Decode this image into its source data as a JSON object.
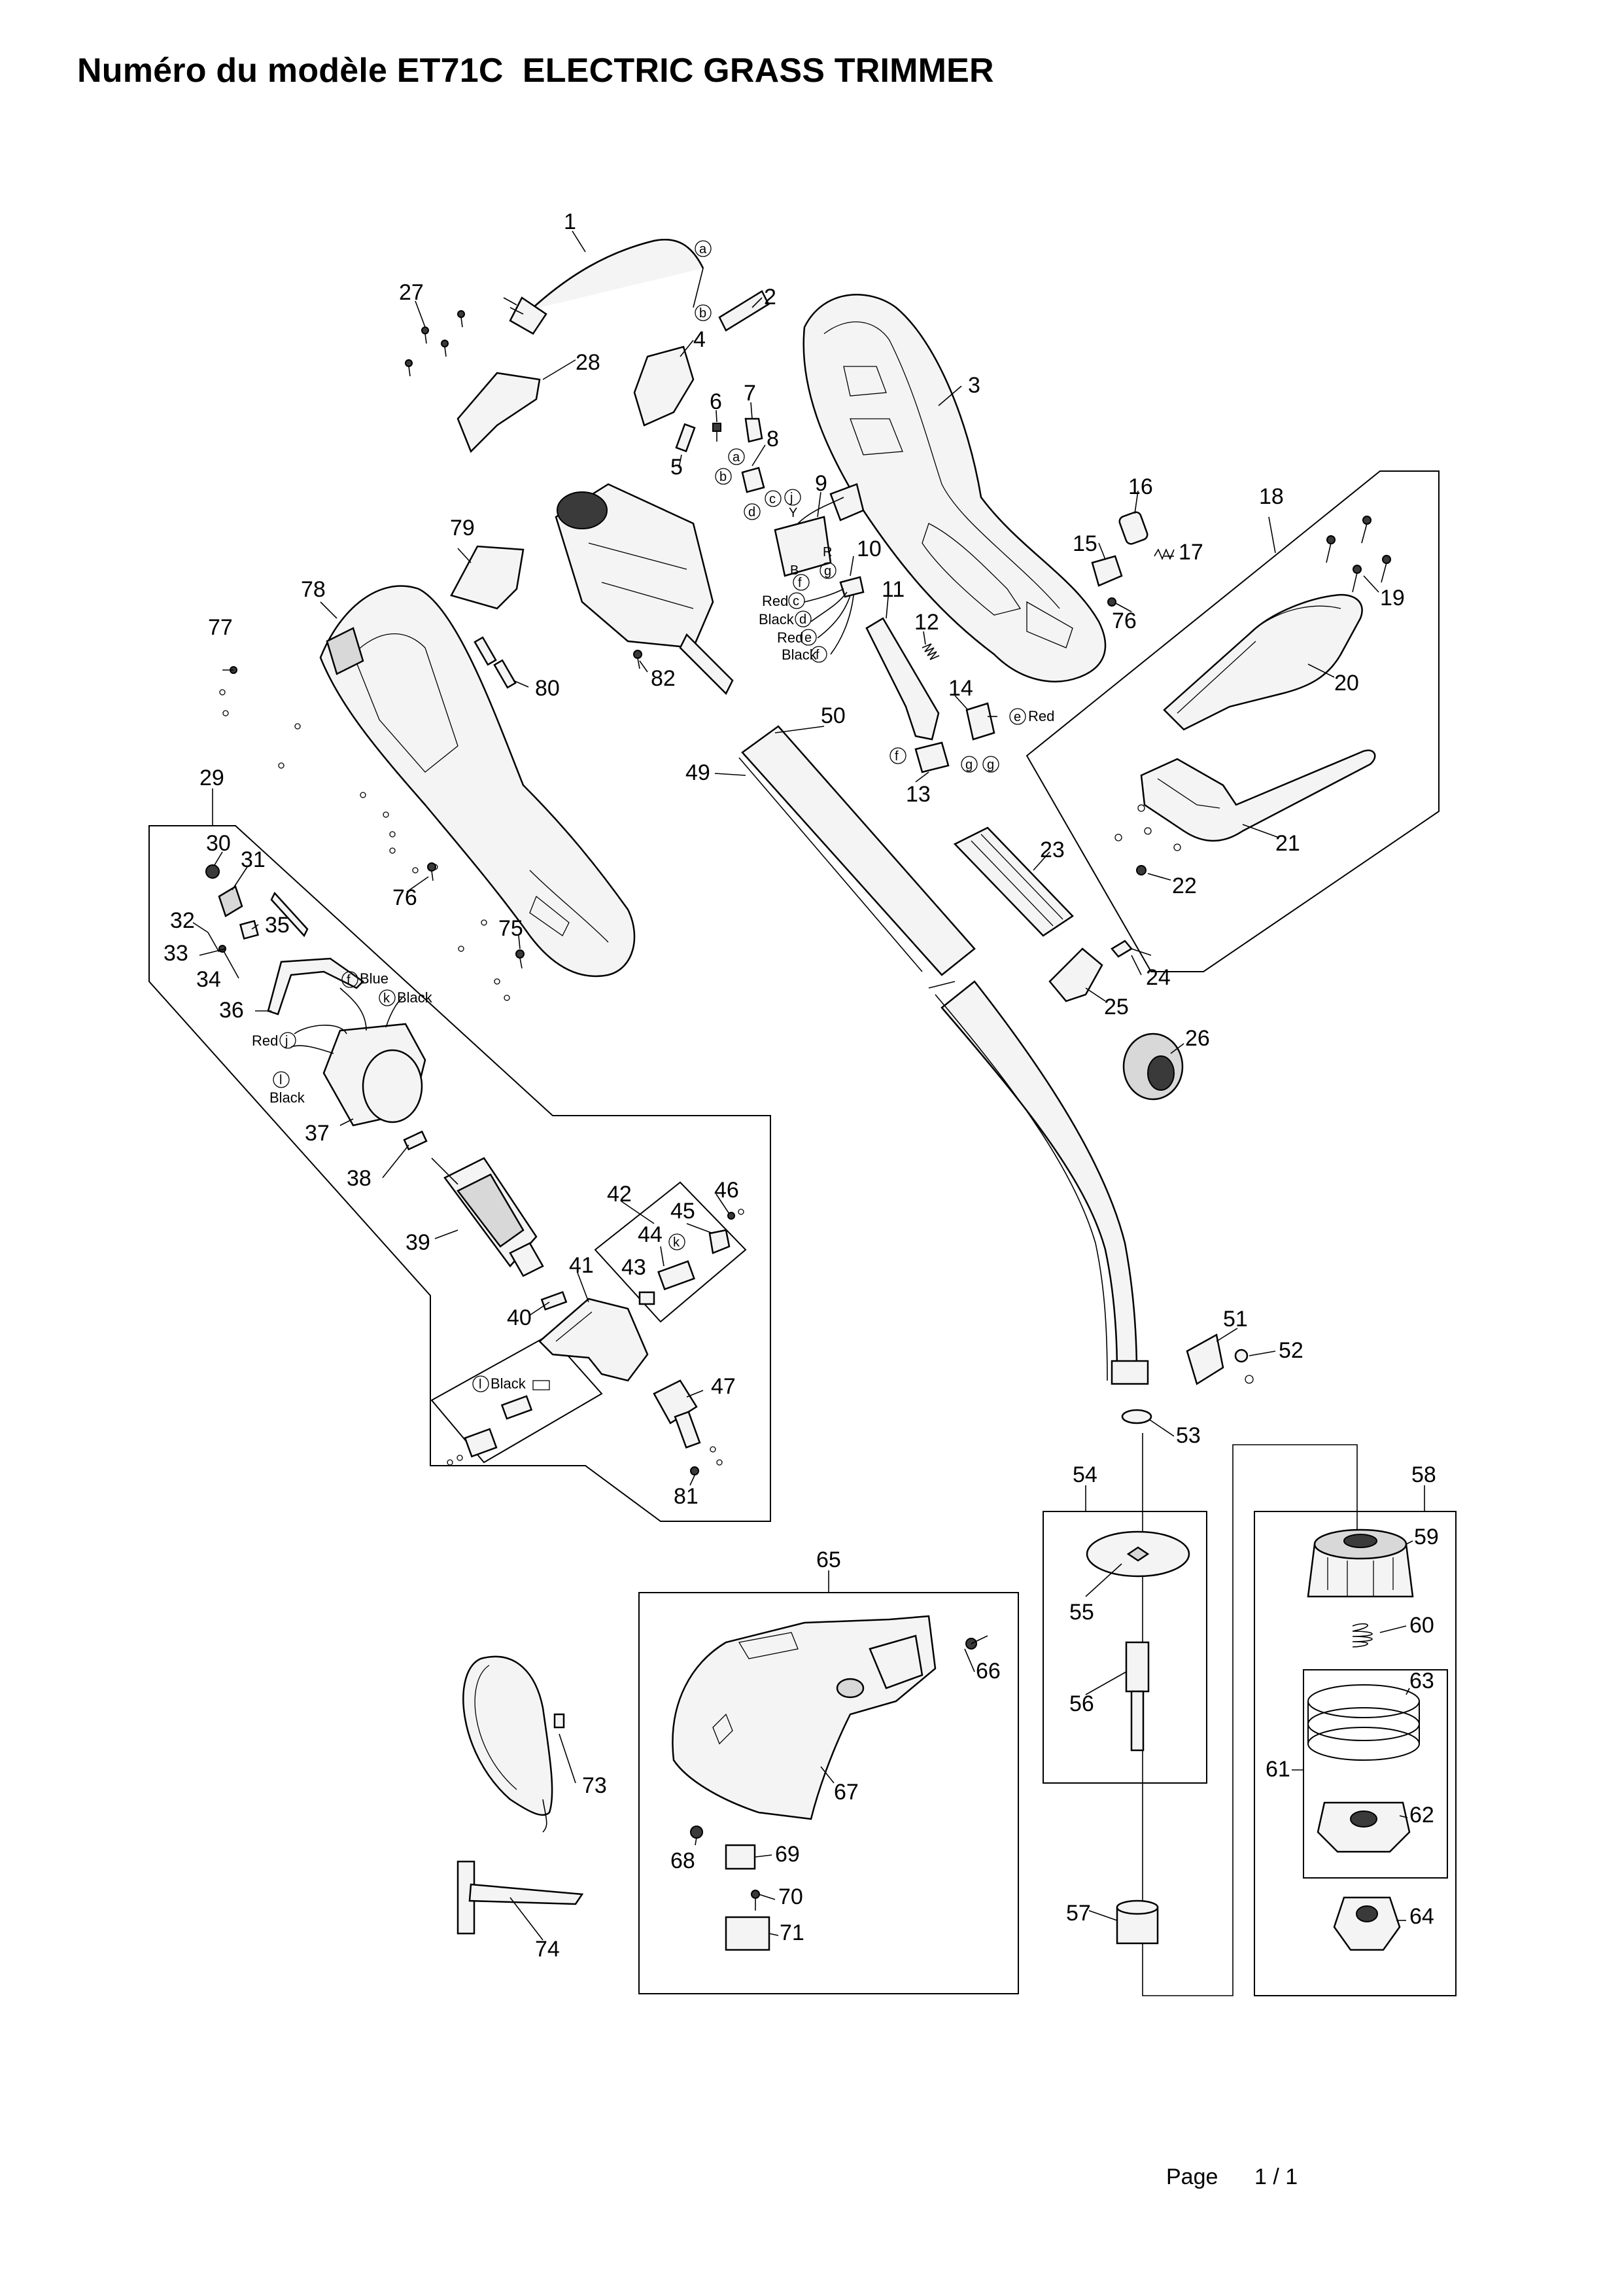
{
  "header": {
    "title": "Numéro du modèle ET71C  ELECTRIC GRASS TRIMMER"
  },
  "footer": {
    "page_label": "Page",
    "page_value": "1 / 1"
  },
  "parts": [
    "1",
    "2",
    "3",
    "4",
    "5",
    "6",
    "7",
    "8",
    "9",
    "10",
    "11",
    "12",
    "13",
    "14",
    "15",
    "16",
    "17",
    "18",
    "19",
    "20",
    "21",
    "22",
    "23",
    "24",
    "25",
    "26",
    "27",
    "28",
    "29",
    "30",
    "31",
    "32",
    "33",
    "34",
    "35",
    "36",
    "37",
    "38",
    "39",
    "40",
    "41",
    "42",
    "43",
    "44",
    "45",
    "46",
    "47",
    "49",
    "50",
    "51",
    "52",
    "53",
    "54",
    "55",
    "56",
    "57",
    "58",
    "59",
    "60",
    "61",
    "62",
    "63",
    "64",
    "65",
    "66",
    "67",
    "68",
    "69",
    "70",
    "71",
    "73",
    "74",
    "75",
    "76",
    "76",
    "77",
    "78",
    "79",
    "80",
    "81",
    "82"
  ],
  "callouts": {
    "a": "a",
    "b": "b",
    "c": "c",
    "d": "d",
    "e": "e",
    "f": "f",
    "g": "g",
    "j": "j",
    "k": "k",
    "l": "l"
  },
  "wire_labels": {
    "red_c": "Red",
    "black_d": "Black",
    "red_e": "Red",
    "black_f": "Black",
    "e_red": "Red",
    "f_blue": "Blue",
    "k_black": "Black",
    "red_j": "Red",
    "l_black": "Black",
    "l_black_switch": "Black"
  },
  "tiny_letters": {
    "y": "Y",
    "b2": "B",
    "r": "R"
  }
}
